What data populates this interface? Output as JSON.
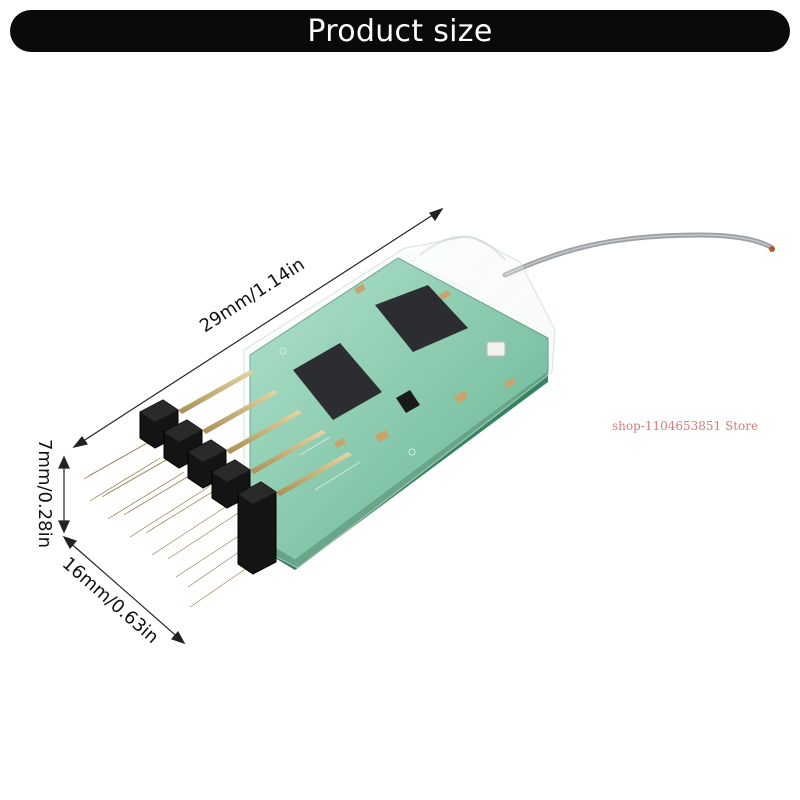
{
  "header": {
    "title": "Product size"
  },
  "dimensions": {
    "length": "29mm/1.14in",
    "height": "7mm/0.28in",
    "width": "16mm/0.63in"
  },
  "watermark": {
    "text": "shop-1104653851 Store"
  },
  "product": {
    "name": "RC receiver board with pin headers and antenna wire"
  },
  "colors": {
    "banner": "#0a0a0a",
    "pcb": "#4fb38a",
    "chip": "#2b2d30",
    "header": "#121212",
    "pins": "#c7b27a",
    "antenna": "#9ea1a3",
    "watermark": "#d87a7a"
  }
}
